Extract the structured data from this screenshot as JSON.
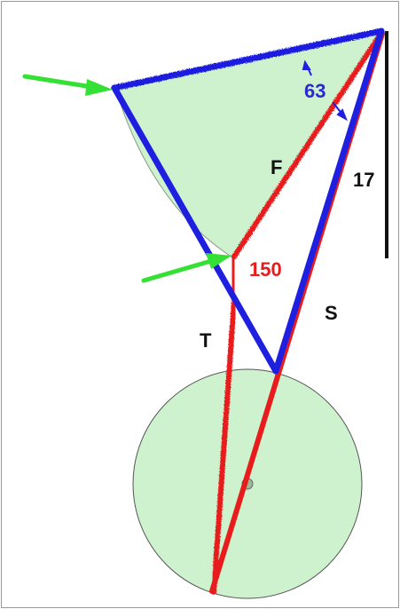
{
  "labels": {
    "angle_top": "63",
    "f": "F",
    "length": "17",
    "angle_mid": "150",
    "s": "S",
    "t": "T"
  },
  "colors": {
    "frame": "#9a9a9a",
    "fill_green": "#cdf2cd",
    "circle_stroke": "#555555",
    "blue": "#1f1fe0",
    "red": "#e81c1c",
    "black": "#111111",
    "arrow_green": "#35e035",
    "blue_text": "#2a2ad0",
    "red_text": "#e81c1c"
  }
}
